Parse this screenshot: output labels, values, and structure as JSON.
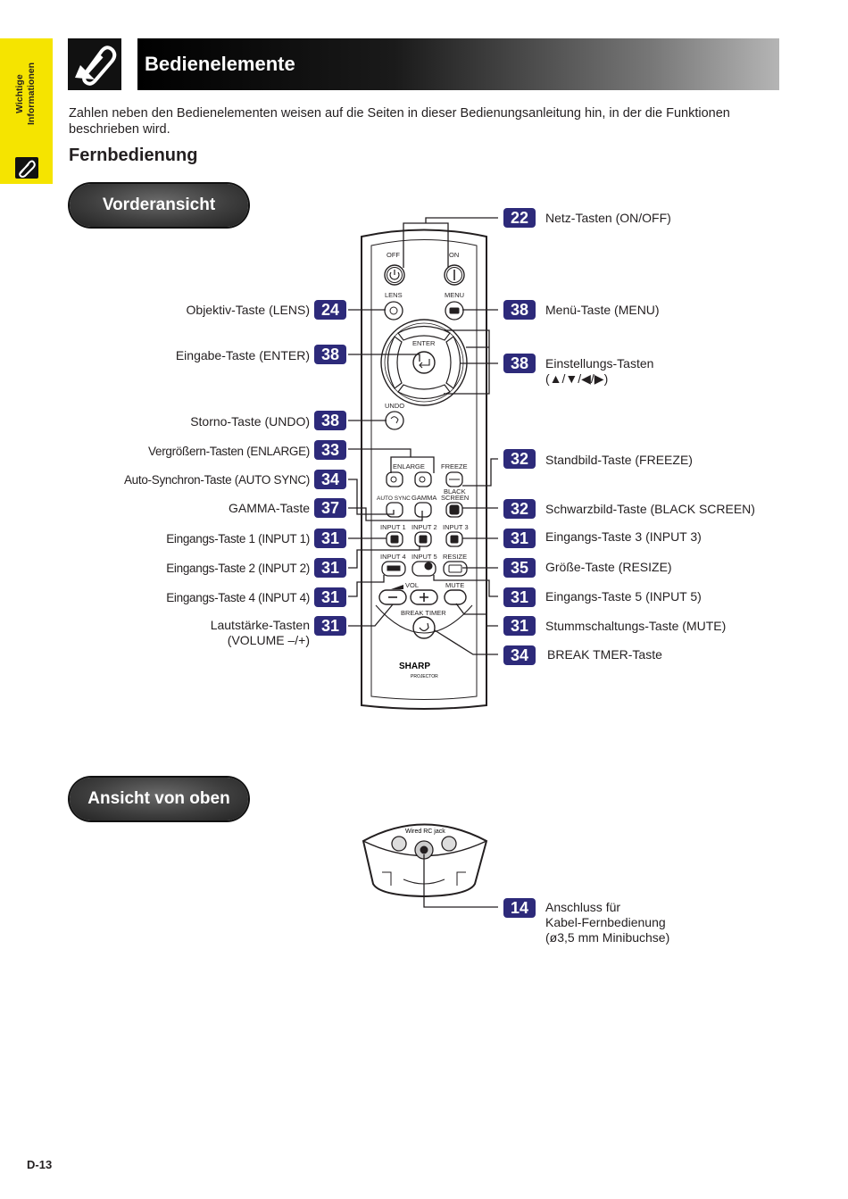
{
  "side_tab": {
    "text_line1": "Wichtige",
    "text_line2": "Informationen"
  },
  "header": {
    "title": "Bedienelemente"
  },
  "intro": "Zahlen neben den Bedienelementen weisen auf die Seiten in dieser Bedienungsanleitung hin, in der die Funktionen beschrieben wird.",
  "section_title": "Fernbedienung",
  "front_view": {
    "title": "Vorderansicht"
  },
  "top_view": {
    "title": "Ansicht von oben"
  },
  "callouts_left": [
    {
      "page": "24",
      "label": "Objektiv-Taste (LENS)"
    },
    {
      "page": "38",
      "label": "Eingabe-Taste (ENTER)"
    },
    {
      "page": "38",
      "label": "Storno-Taste (UNDO)"
    },
    {
      "page": "33",
      "label": "Vergrößern-Tasten (ENLARGE)"
    },
    {
      "page": "34",
      "label": "Auto-Synchron-Taste (AUTO SYNC)"
    },
    {
      "page": "37",
      "label": "GAMMA-Taste"
    },
    {
      "page": "31",
      "label": "Eingangs-Taste 1 (INPUT 1)"
    },
    {
      "page": "31",
      "label": "Eingangs-Taste 2 (INPUT 2)"
    },
    {
      "page": "31",
      "label": "Eingangs-Taste 4 (INPUT 4)"
    },
    {
      "page": "31",
      "label_line1": "Lautstärke-Tasten",
      "label_line2": "(VOLUME –/+)"
    }
  ],
  "callouts_right": [
    {
      "page": "22",
      "label": "Netz-Tasten (ON/OFF)"
    },
    {
      "page": "38",
      "label": "Menü-Taste (MENU)"
    },
    {
      "page": "38",
      "label_line1": "Einstellungs-Tasten",
      "label_line2": "(▲/▼/◀/▶)"
    },
    {
      "page": "32",
      "label": "Standbild-Taste (FREEZE)"
    },
    {
      "page": "32",
      "label": "Schwarzbild-Taste (BLACK SCREEN)"
    },
    {
      "page": "31",
      "label": "Eingangs-Taste 3 (INPUT 3)"
    },
    {
      "page": "35",
      "label": "Größe-Taste (RESIZE)"
    },
    {
      "page": "31",
      "label": "Eingangs-Taste 5 (INPUT 5)"
    },
    {
      "page": "31",
      "label": "Stummschaltungs-Taste (MUTE)"
    },
    {
      "page": "34",
      "label": "BREAK TMER-Taste"
    }
  ],
  "top_callout": {
    "page": "14",
    "line1": "Anschluss für",
    "line2": "Kabel-Fernbedienung",
    "line3": "(ø3,5 mm Minibuchse)"
  },
  "remote_labels": {
    "off": "OFF",
    "on": "ON",
    "lens": "LENS",
    "menu": "MENU",
    "enter": "ENTER",
    "undo": "UNDO",
    "enlarge": "ENLARGE",
    "freeze": "FREEZE",
    "auto_sync": "AUTO SYNC",
    "gamma": "GAMMA",
    "black": "BLACK",
    "screen": "SCREEN",
    "input1": "INPUT 1",
    "input2": "INPUT 2",
    "input3": "INPUT 3",
    "input4": "INPUT 4",
    "input5": "INPUT 5",
    "resize": "RESIZE",
    "vol": "VOL",
    "mute": "MUTE",
    "break_timer": "BREAK TIMER",
    "brand": "SHARP",
    "projector": "PROJECTOR",
    "wired_rc_jack": "Wired RC jack"
  },
  "page_number": "D-13"
}
